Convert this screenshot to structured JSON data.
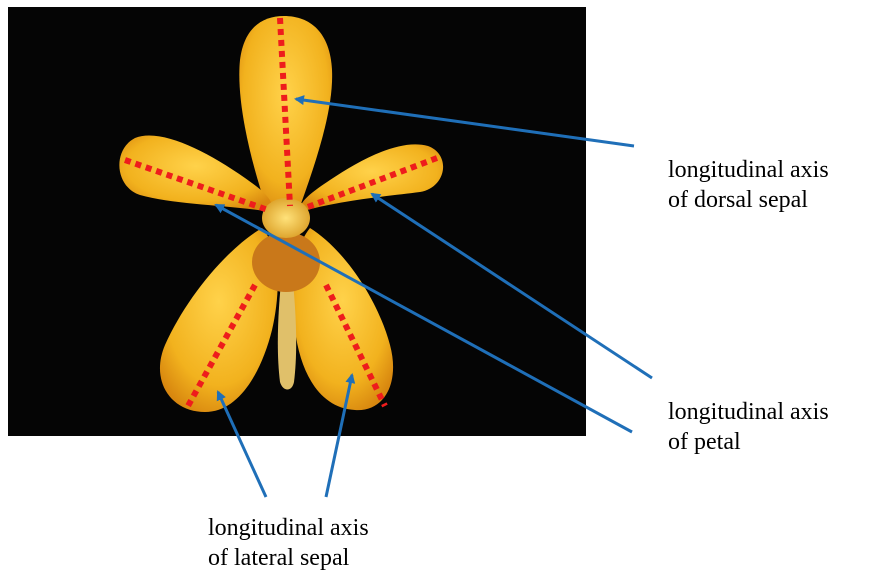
{
  "labels": {
    "dorsal_sepal": {
      "line1": "longitudinal axis",
      "line2": "of dorsal sepal"
    },
    "petal": {
      "line1": "longitudinal axis",
      "line2": "of petal"
    },
    "lateral_sepal": {
      "line1": "longitudinal axis",
      "line2": "of lateral sepal"
    }
  },
  "colors": {
    "photo_background": "#050505",
    "flower": "#f2b21e",
    "flower_dark": "#d8870f",
    "axis_line": "#ee1c1c",
    "arrow": "#1f6fb8"
  }
}
